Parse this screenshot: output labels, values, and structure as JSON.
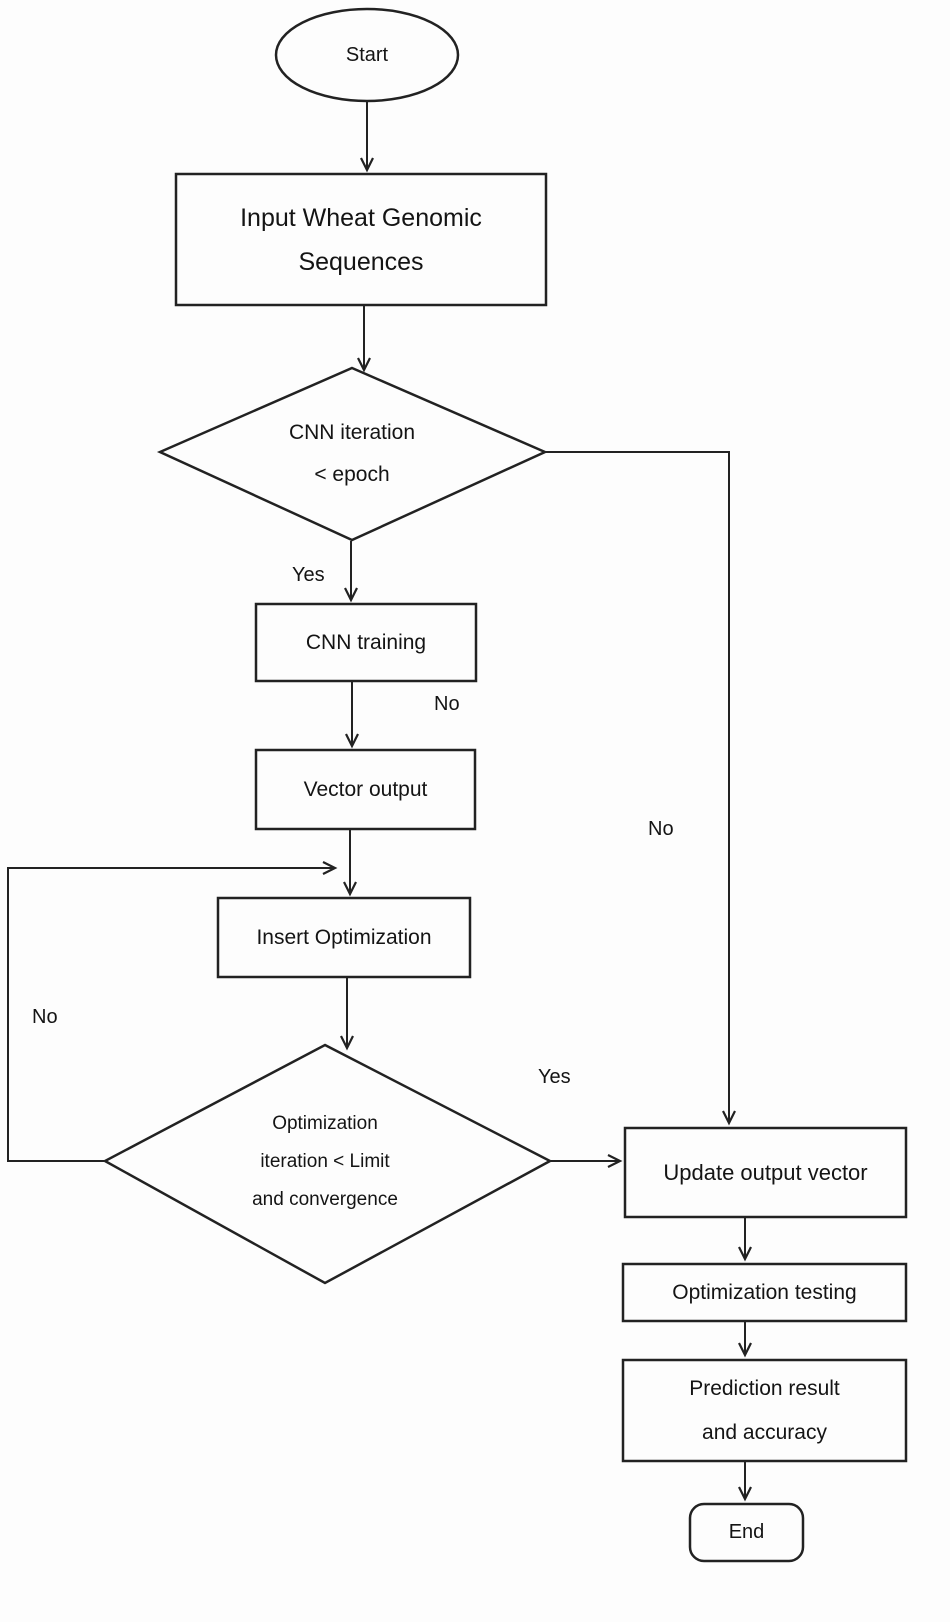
{
  "diagram": {
    "nodes": {
      "start": {
        "label": "Start"
      },
      "input": {
        "lines": [
          "Input Wheat Genomic",
          "Sequences"
        ]
      },
      "cnn_iteration_decision": {
        "lines": [
          "CNN iteration",
          "< epoch"
        ]
      },
      "cnn_training": {
        "label": "CNN training"
      },
      "vector_output": {
        "label": "Vector output"
      },
      "insert_optimization": {
        "label": "Insert Optimization"
      },
      "optimization_decision": {
        "lines": [
          "Optimization",
          "iteration < Limit",
          "and convergence"
        ]
      },
      "update_output_vector": {
        "label": "Update output vector"
      },
      "optimization_testing": {
        "label": "Optimization testing"
      },
      "prediction_result": {
        "lines": [
          "Prediction result",
          "and accuracy"
        ]
      },
      "end": {
        "label": "End"
      }
    },
    "edge_labels": {
      "cnn_yes": "Yes",
      "cnn_no_inner": "No",
      "cnn_no_branch": "No",
      "opt_no": "No",
      "opt_yes": "Yes"
    },
    "colors": {
      "stroke": "#222222",
      "fill": "#fdfdfd",
      "text": "#141414"
    }
  }
}
